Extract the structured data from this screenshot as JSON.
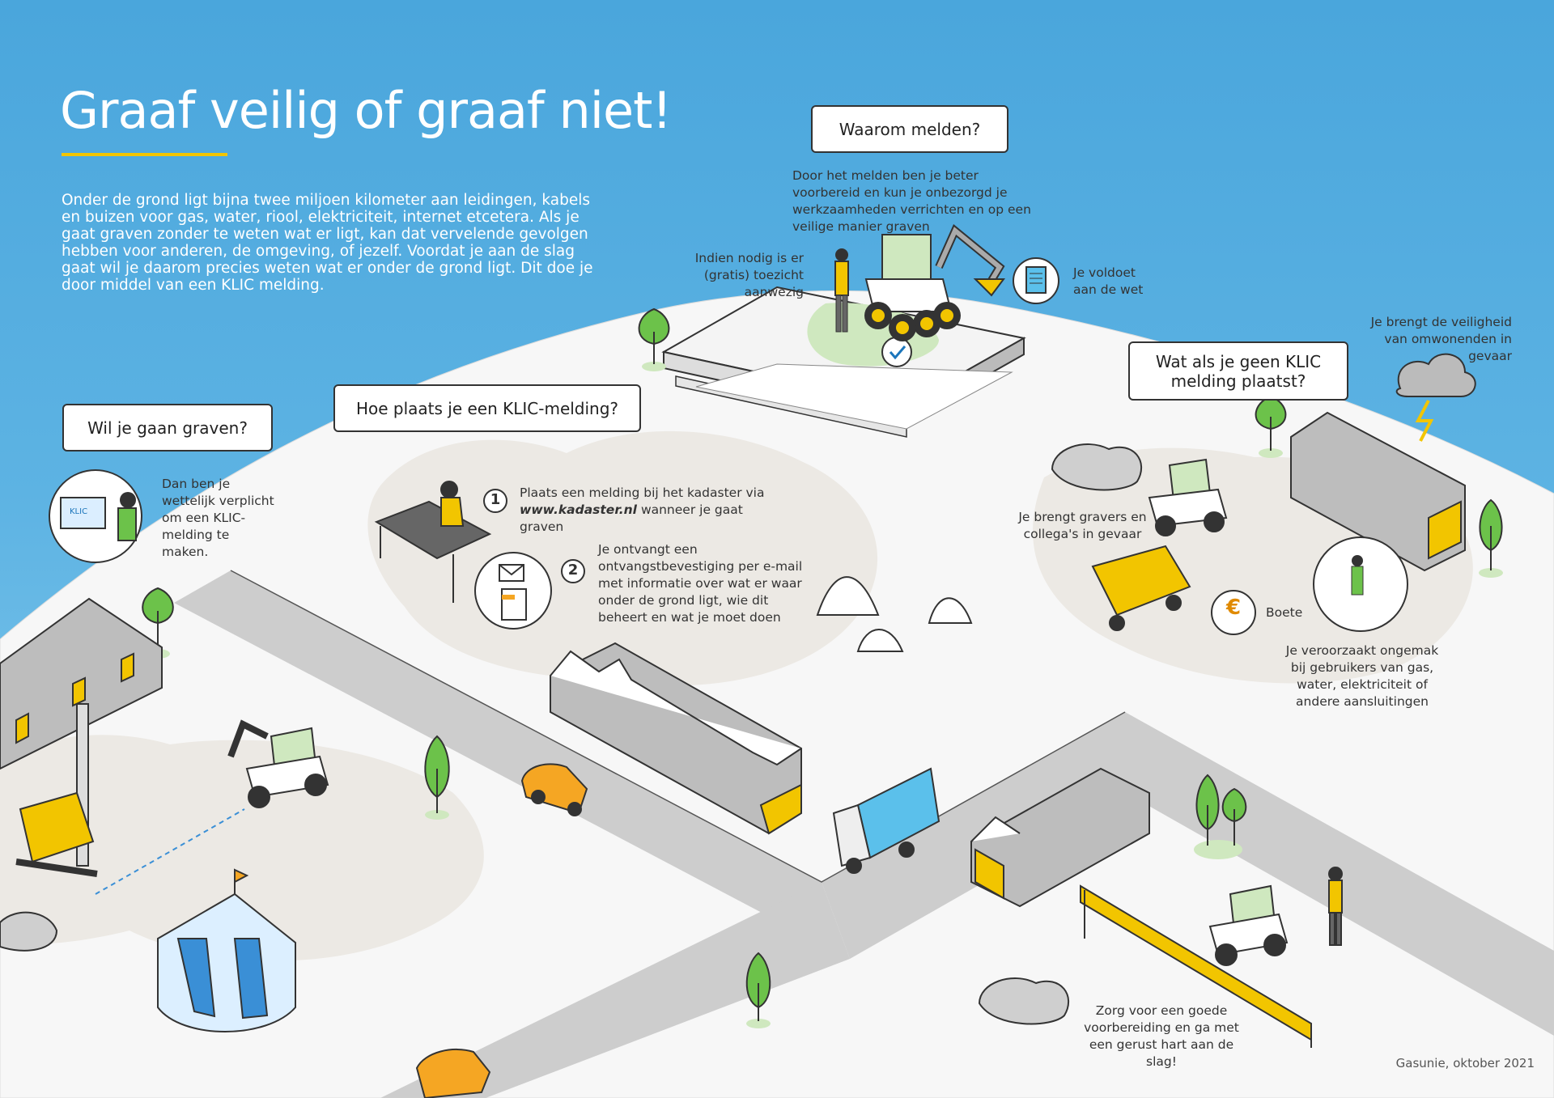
{
  "title": "Graaf veilig of graaf niet!",
  "intro": "Onder de grond ligt bijna twee miljoen kilometer aan leidingen, kabels en buizen voor gas, water, riool, elektriciteit, internet etcetera. Als je gaat graven zonder te weten wat er ligt, kan dat vervelende gevolgen hebben voor anderen, de omgeving, of jezelf. Voordat je aan de slag gaat wil je daarom precies weten wat er onder de grond ligt. Dit doe je door middel van een KLIC melding.",
  "sections": {
    "wil_graven": {
      "label": "Wil je gaan graven?",
      "text": "Dan ben je wettelijk verplicht om een KLIC-melding te maken.",
      "screen_label": "KLIC"
    },
    "hoe_plaats": {
      "label": "Hoe plaats je een KLIC-melding?",
      "step1_number": "1",
      "step1_prefix": "Plaats een melding bij het kadaster via",
      "step1_url": "www.kadaster.nl",
      "step1_suffix": "wanneer je gaat graven",
      "step2_number": "2",
      "step2_text": "Je ontvangt een ontvangstbevestiging per e-mail met informatie over wat er waar onder de grond ligt, wie dit beheert en wat je moet doen"
    },
    "waarom": {
      "label": "Waarom melden?",
      "text": "Door het melden ben je beter voorbereid en kun je onbezorgd je werkzaamheden verrichten en op een veilige manier graven",
      "toezicht": "Indien nodig is er (gratis) toezicht aanwezig",
      "wet": "Je voldoet aan de wet"
    },
    "geen_klic": {
      "label": "Wat als je geen KLIC melding plaatst?",
      "omwonenden": "Je brengt de veiligheid van omwonenden in gevaar",
      "gravers": "Je brengt gravers en collega's in gevaar",
      "boete": "Boete",
      "euro_symbol": "€",
      "ongemak": "Je veroorzaakt ongemak bij gebruikers van gas, water, elektriciteit of andere aansluitingen"
    },
    "voorbereiding": {
      "text": "Zorg voor een goede voorbereiding en ga met een gerust hart aan de slag!"
    }
  },
  "footer": "Gasunie, oktober 2021",
  "colors": {
    "sky": "#4aa6dc",
    "ground": "#f7f7f7",
    "patch": "#ece9e4",
    "road": "#c9c9c9",
    "accent_yellow": "#f2c500",
    "outline": "#333333",
    "tree": "#6cc24a",
    "truck_blue": "#5bc0eb",
    "car_orange": "#f5a623"
  }
}
